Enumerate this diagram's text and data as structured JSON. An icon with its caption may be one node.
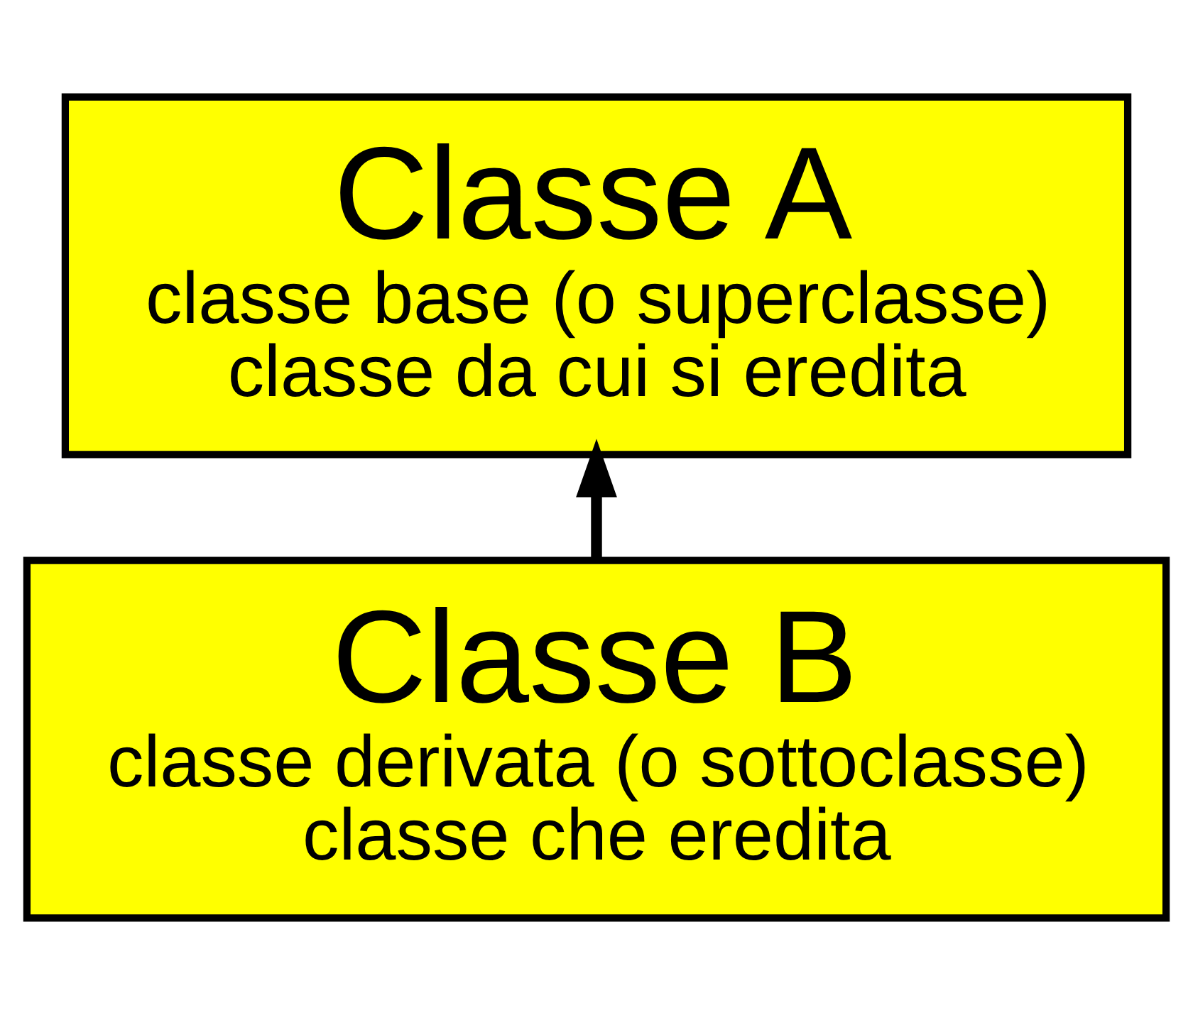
{
  "diagram": {
    "nodes": [
      {
        "text": [
          "Classe A",
          "classe base (o superclasse)",
          "classe da cui si eredita"
        ]
      },
      {
        "text": [
          "Classe B",
          "classe derivata (o sottoclasse)",
          "classe che eredita"
        ]
      }
    ],
    "edges": [
      {
        "from": 1,
        "to": 0,
        "arrow": "to"
      }
    ]
  }
}
